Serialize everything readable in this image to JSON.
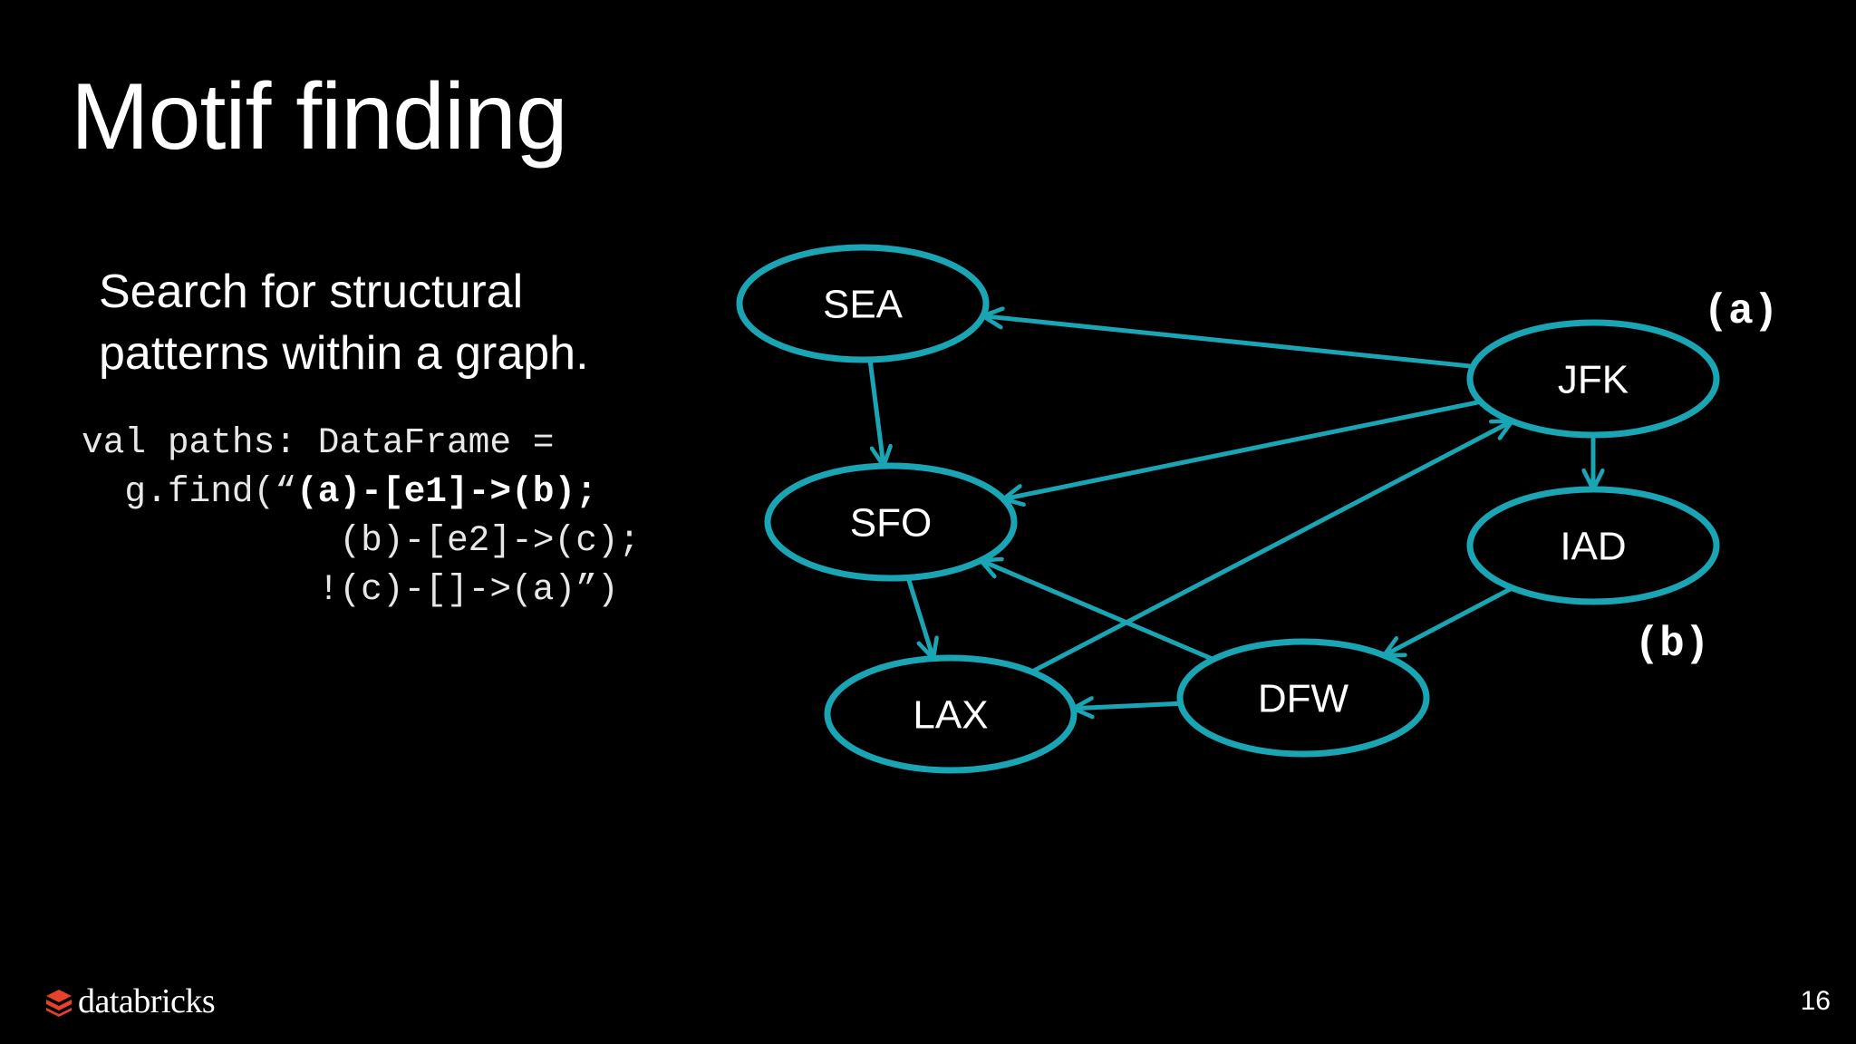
{
  "slide": {
    "title": "Motif finding",
    "description_lines": [
      "Search for structural",
      "patterns within a graph."
    ],
    "code": {
      "line1": "val paths: DataFrame =",
      "line2_prefix": "  g.find(“",
      "line2_bold": "(a)-[e1]->(b);",
      "line3": "            (b)-[e2]->(c);",
      "line4": "           !(c)-[]->(a)”)"
    },
    "page_number": "16"
  },
  "logo": {
    "text": "databricks",
    "icon": "databricks-logo-icon",
    "color": "#e8412c"
  },
  "diagram": {
    "edge_color": "#1aa5b5",
    "nodes": [
      {
        "id": "SEA",
        "label": "SEA"
      },
      {
        "id": "SFO",
        "label": "SFO"
      },
      {
        "id": "LAX",
        "label": "LAX"
      },
      {
        "id": "JFK",
        "label": "JFK"
      },
      {
        "id": "IAD",
        "label": "IAD"
      },
      {
        "id": "DFW",
        "label": "DFW"
      }
    ],
    "edges": [
      {
        "from": "SEA",
        "to": "SFO"
      },
      {
        "from": "JFK",
        "to": "SEA"
      },
      {
        "from": "JFK",
        "to": "SFO"
      },
      {
        "from": "LAX",
        "to": "JFK"
      },
      {
        "from": "JFK",
        "to": "IAD"
      },
      {
        "from": "SFO",
        "to": "LAX"
      },
      {
        "from": "DFW",
        "to": "SFO"
      },
      {
        "from": "IAD",
        "to": "DFW"
      },
      {
        "from": "DFW",
        "to": "LAX"
      }
    ],
    "labels": {
      "a": "(a)",
      "b": "(b)"
    }
  }
}
